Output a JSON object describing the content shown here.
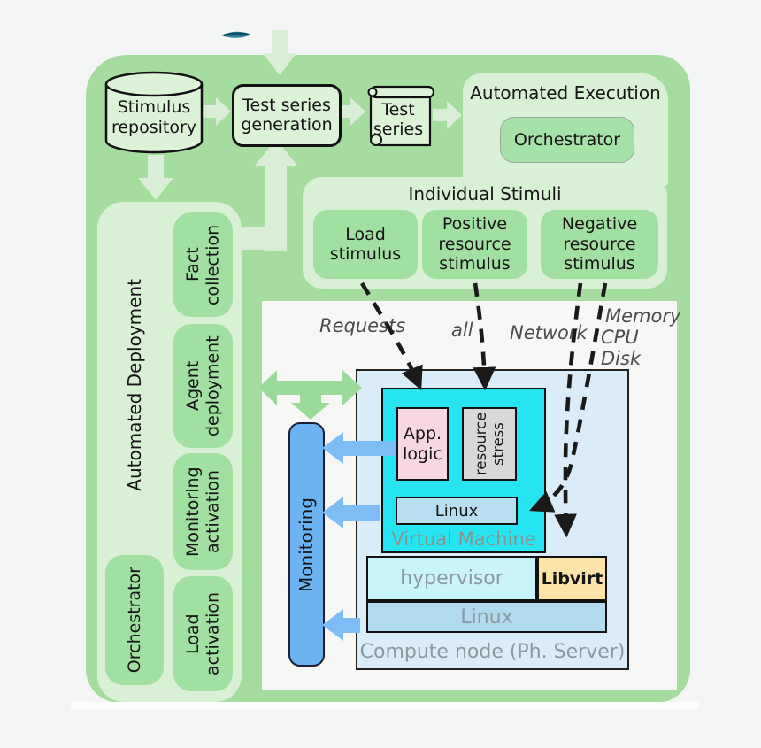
{
  "palette": {
    "canvas_bg": "#f4f5f5",
    "panel_green": "#a5dd9e",
    "panel_light_green": "#d8f0d4",
    "node_green": "#a1e0a0",
    "arrow_pale_green": "#d8efd5",
    "arrow_mid_green": "#9bdb9a",
    "monitoring_blue": "#6db3f2",
    "arrow_blue": "#7ebcf5",
    "vm_cyan": "#26e5f0",
    "compute_blue": "#d9ecf7",
    "app_pink": "#f8d7e5",
    "stress_gray": "#d8d8d8",
    "libvirt_yellow": "#fce3a7",
    "muted_text": "#8c98a0",
    "dashed_arrow": "#1a1a1a"
  },
  "top_flow": {
    "stimulus_repository": "Stimulus repository",
    "test_series_generation": "Test series generation",
    "test_series": "Test series"
  },
  "automated_execution": {
    "title": "Automated  Execution",
    "orchestrator": "Orchestrator"
  },
  "individual_stimuli": {
    "title": "Individual  Stimuli",
    "items": [
      {
        "label": "Load stimulus"
      },
      {
        "label": "Positive resource stimulus"
      },
      {
        "label": "Negative resource stimulus"
      }
    ]
  },
  "automated_deployment": {
    "title": "Automated Deployment",
    "orchestrator": "Orchestrator",
    "steps": [
      {
        "label": "Fact collection"
      },
      {
        "label": "Agent deployment"
      },
      {
        "label": "Monitoring activation"
      },
      {
        "label": "Load activation"
      }
    ]
  },
  "stimulus_labels": {
    "requests": "Requests",
    "all": "all",
    "network": "Network",
    "memory": "Memory",
    "cpu": "CPU",
    "disk": "Disk"
  },
  "monitoring": {
    "label": "Monitoring"
  },
  "compute_node": {
    "label": "Compute node (Ph. Server)",
    "host_os": "Linux",
    "hypervisor": "hypervisor",
    "libvirt": "Libvirt",
    "virtual_machine": {
      "label": "Virtual Machine",
      "app_logic": "App. logic",
      "resource_stress": "resource stress",
      "guest_os": "Linux"
    }
  }
}
